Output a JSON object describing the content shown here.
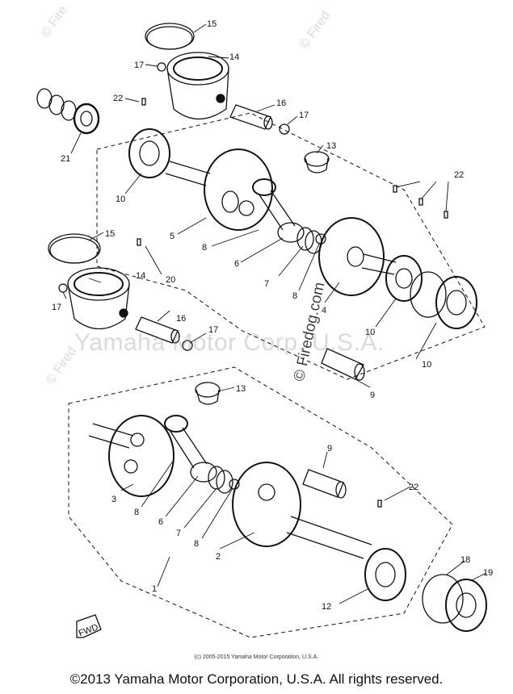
{
  "watermarks": {
    "center": "Yamaha Motor Corp. U.S.A.",
    "vertical": "© Firedog.com",
    "corner_tl": "© Fire",
    "corner_tr": "© Fired",
    "corner_ml": "© Fired"
  },
  "callouts": {
    "c1": "1",
    "c2": "2",
    "c3": "3",
    "c4": "4",
    "c5": "5",
    "c6a": "6",
    "c6b": "6",
    "c7a": "7",
    "c7b": "7",
    "c8a": "8",
    "c8b": "8",
    "c8c": "8",
    "c8d": "8",
    "c9a": "9",
    "c9b": "9",
    "c10a": "10",
    "c10b": "10",
    "c10c": "10",
    "c12": "12",
    "c13a": "13",
    "c13b": "13",
    "c14a": "14",
    "c14b": "14",
    "c15a": "15",
    "c15b": "15",
    "c16a": "16",
    "c16b": "16",
    "c17a": "17",
    "c17b": "17",
    "c17c": "17",
    "c17d": "17",
    "c18": "18",
    "c19": "19",
    "c20": "20",
    "c21": "21",
    "c22a": "22",
    "c22b": "22",
    "c22c": "22"
  },
  "front_marker": "FWD",
  "small_copyright": "(c) 2005-2015 Yamaha Motor Corporation, U.S.A.",
  "footer": "©2013 Yamaha Motor Corporation, U.S.A. All rights reserved."
}
